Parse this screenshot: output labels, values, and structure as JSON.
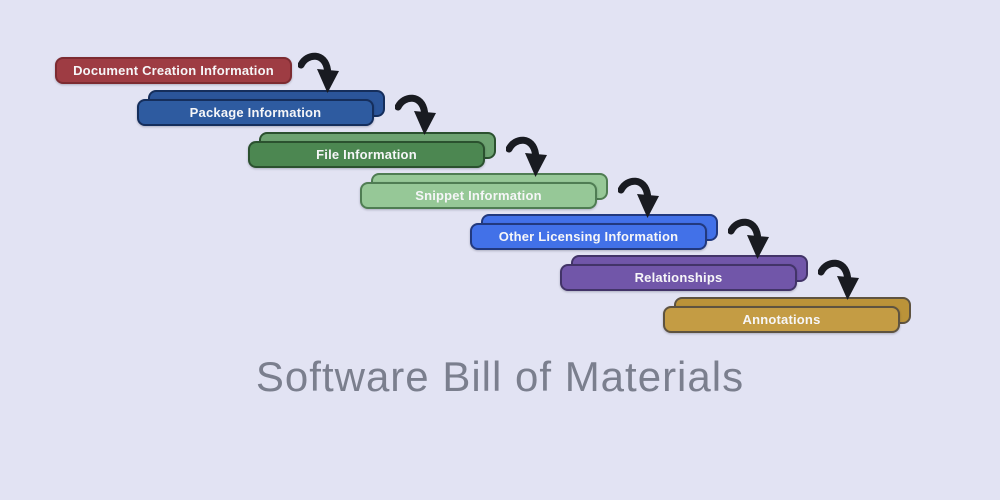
{
  "background": "#e2e3f3",
  "title": {
    "text": "Software Bill of Materials",
    "color": "#7b7f8e"
  },
  "diagram": {
    "arrow_color": "#191b21",
    "label_color": "#f6f6f8",
    "nodes": [
      {
        "label": "Document Creation Information",
        "fill": "#9e3c43",
        "border": "#7d2b31",
        "shadow": false,
        "shadow_fill": "#9e3c43"
      },
      {
        "label": "Package Information",
        "fill": "#2e5ba0",
        "border": "#152e5c",
        "shadow": true,
        "shadow_fill": "#2b559a"
      },
      {
        "label": "File Information",
        "fill": "#4c8751",
        "border": "#2b512f",
        "shadow": true,
        "shadow_fill": "#6da371"
      },
      {
        "label": "Snippet Information",
        "fill": "#96c897",
        "border": "#4f7d53",
        "shadow": true,
        "shadow_fill": "#96c897"
      },
      {
        "label": "Other Licensing Information",
        "fill": "#4271e8",
        "border": "#22397e",
        "shadow": true,
        "shadow_fill": "#4271e8"
      },
      {
        "label": "Relationships",
        "fill": "#7156a9",
        "border": "#423468",
        "shadow": true,
        "shadow_fill": "#7156a9"
      },
      {
        "label": "Annotations",
        "fill": "#c49c44",
        "border": "#5e5340",
        "shadow": true,
        "shadow_fill": "#bb9339"
      }
    ]
  }
}
